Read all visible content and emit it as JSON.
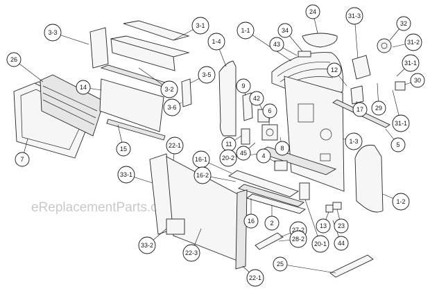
{
  "watermark": "eReplacementParts.com",
  "callouts": [
    {
      "id": "c-3-3",
      "label": "3-3"
    },
    {
      "id": "c-3-1",
      "label": "3-1"
    },
    {
      "id": "c-26",
      "label": "26"
    },
    {
      "id": "c-14",
      "label": "14"
    },
    {
      "id": "c-3-5",
      "label": "3-5"
    },
    {
      "id": "c-3-2",
      "label": "3-2"
    },
    {
      "id": "c-3-6",
      "label": "3-6"
    },
    {
      "id": "c-7",
      "label": "7"
    },
    {
      "id": "c-15",
      "label": "15"
    },
    {
      "id": "c-1-4",
      "label": "1-4"
    },
    {
      "id": "c-1-1",
      "label": "1-1"
    },
    {
      "id": "c-24",
      "label": "24"
    },
    {
      "id": "c-34",
      "label": "34"
    },
    {
      "id": "c-43",
      "label": "43"
    },
    {
      "id": "c-31-3",
      "label": "31-3"
    },
    {
      "id": "c-32",
      "label": "32"
    },
    {
      "id": "c-31-2",
      "label": "31-2"
    },
    {
      "id": "c-12",
      "label": "12"
    },
    {
      "id": "c-31-1a",
      "label": "31-1"
    },
    {
      "id": "c-30",
      "label": "30"
    },
    {
      "id": "c-9",
      "label": "9"
    },
    {
      "id": "c-42",
      "label": "42"
    },
    {
      "id": "c-6",
      "label": "6"
    },
    {
      "id": "c-17",
      "label": "17"
    },
    {
      "id": "c-29",
      "label": "29"
    },
    {
      "id": "c-31-1b",
      "label": "31-1"
    },
    {
      "id": "c-5",
      "label": "5"
    },
    {
      "id": "c-11",
      "label": "11"
    },
    {
      "id": "c-22-1a",
      "label": "22-1"
    },
    {
      "id": "c-1-3",
      "label": "1-3"
    },
    {
      "id": "c-20-2",
      "label": "20-2"
    },
    {
      "id": "c-45",
      "label": "45"
    },
    {
      "id": "c-8",
      "label": "8"
    },
    {
      "id": "c-16-1",
      "label": "16-1"
    },
    {
      "id": "c-4",
      "label": "4"
    },
    {
      "id": "c-16-2",
      "label": "16-2"
    },
    {
      "id": "c-33-1",
      "label": "33-1"
    },
    {
      "id": "c-1-2",
      "label": "1-2"
    },
    {
      "id": "c-16",
      "label": "16"
    },
    {
      "id": "c-2",
      "label": "2"
    },
    {
      "id": "c-13",
      "label": "13"
    },
    {
      "id": "c-23",
      "label": "23"
    },
    {
      "id": "c-27-2",
      "label": "27-2"
    },
    {
      "id": "c-28-2",
      "label": "28-2"
    },
    {
      "id": "c-33-2",
      "label": "33-2"
    },
    {
      "id": "c-22-3",
      "label": "22-3"
    },
    {
      "id": "c-20-1",
      "label": "20-1"
    },
    {
      "id": "c-44",
      "label": "44"
    },
    {
      "id": "c-25",
      "label": "25"
    },
    {
      "id": "c-22-1b",
      "label": "22-1"
    }
  ]
}
